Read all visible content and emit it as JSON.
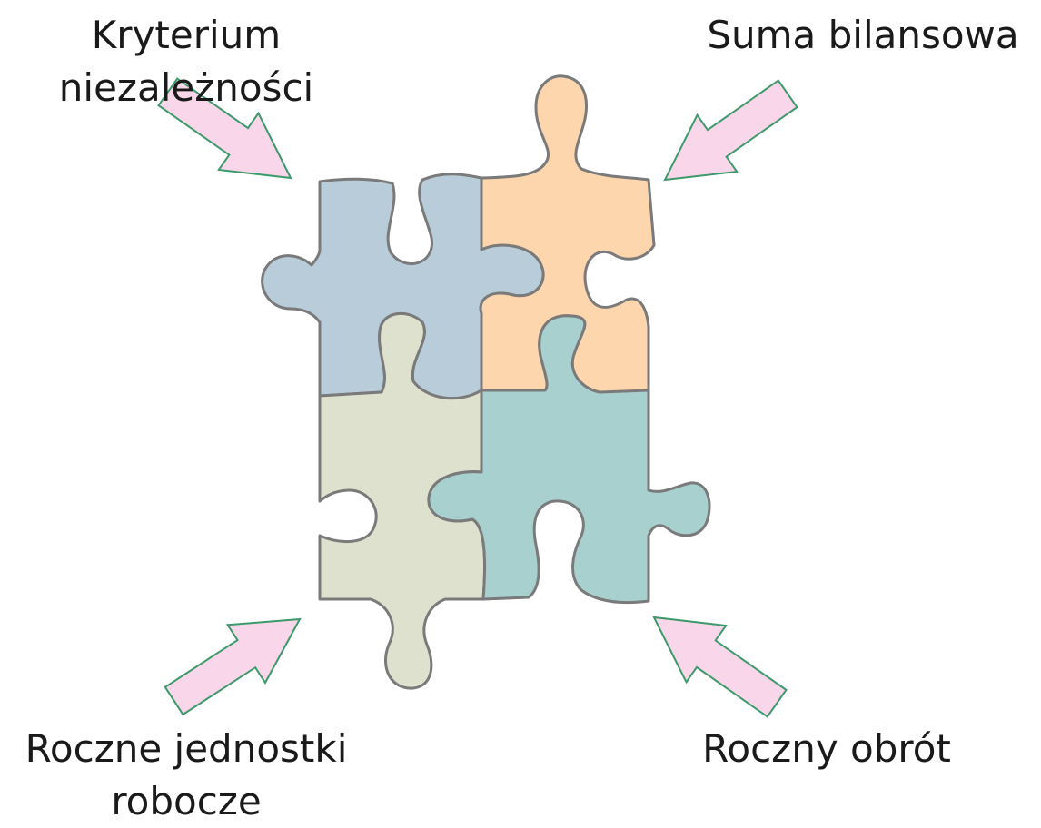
{
  "labels": {
    "top_left": [
      "Kryterium",
      "niezależności"
    ],
    "top_right": [
      "Suma bilansowa"
    ],
    "bottom_left": [
      "Roczne jednostki",
      "robocze"
    ],
    "bottom_right": [
      "Roczny obrót"
    ]
  },
  "colors": {
    "piece_top_left": "#b8cdd9",
    "piece_top_right": "#fed6ad",
    "piece_bottom_left": "#dfe1cf",
    "piece_bottom_right": "#a8d0cf",
    "piece_stroke": "#7a7a7a",
    "arrow_fill": "#f9d6e9",
    "arrow_stroke": "#3c9a6a"
  }
}
